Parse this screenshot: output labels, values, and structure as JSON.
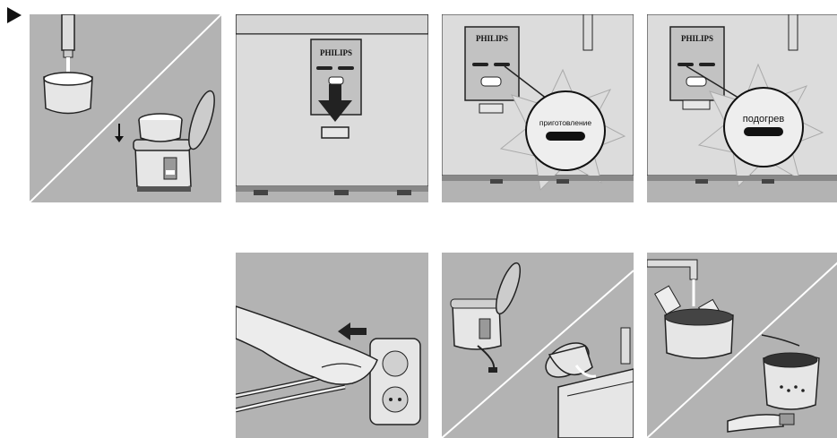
{
  "panels": {
    "p2": {
      "brand": "PHILIPS"
    },
    "p3": {
      "brand": "PHILIPS",
      "callout": "приготовление"
    },
    "p4": {
      "brand": "PHILIPS",
      "callout": "подогрев"
    }
  },
  "colors": {
    "panel_bg": "#b3b3b3",
    "appliance": "#e6e6e6",
    "dark": "#1a1a1a"
  }
}
